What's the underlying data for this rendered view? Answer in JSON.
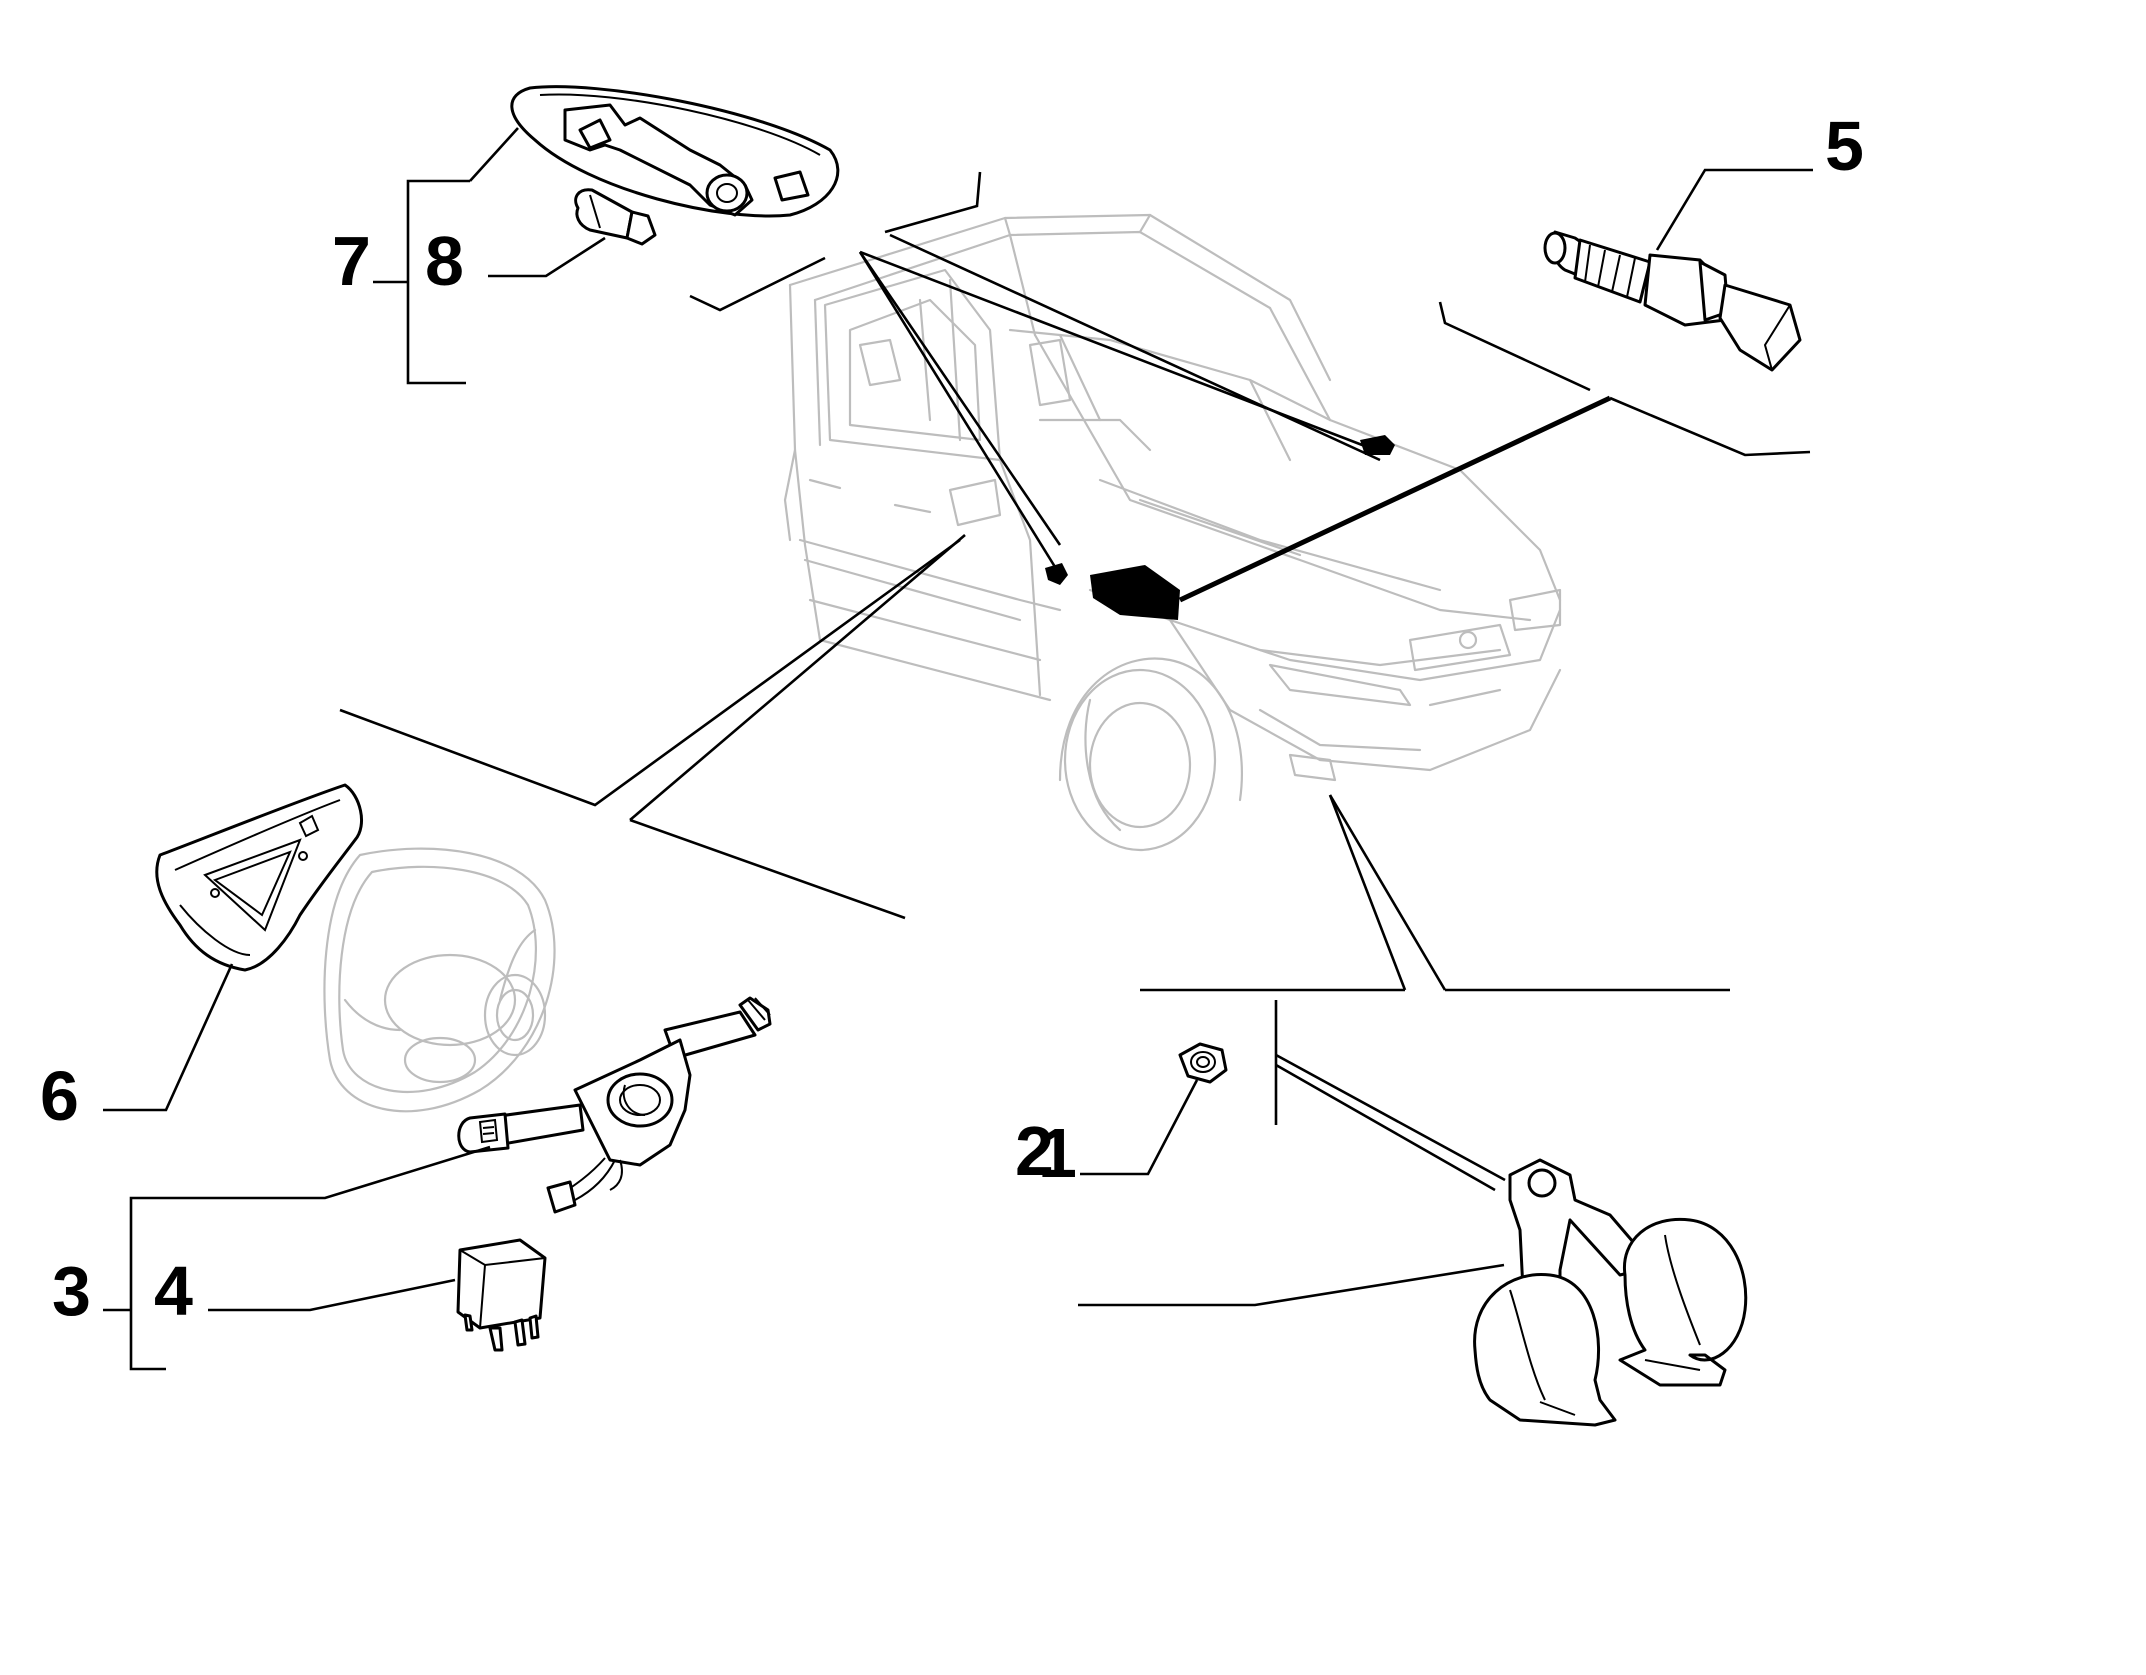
{
  "diagram": {
    "callouts": [
      {
        "id": "1",
        "label": "1"
      },
      {
        "id": "2",
        "label": "2"
      },
      {
        "id": "3",
        "label": "3"
      },
      {
        "id": "4",
        "label": "4"
      },
      {
        "id": "5",
        "label": "5"
      },
      {
        "id": "6",
        "label": "6"
      },
      {
        "id": "7",
        "label": "7"
      },
      {
        "id": "8",
        "label": "8"
      }
    ],
    "colors": {
      "ink": "#000000",
      "ghost": "#bdbdbd",
      "background": "#ffffff"
    }
  }
}
